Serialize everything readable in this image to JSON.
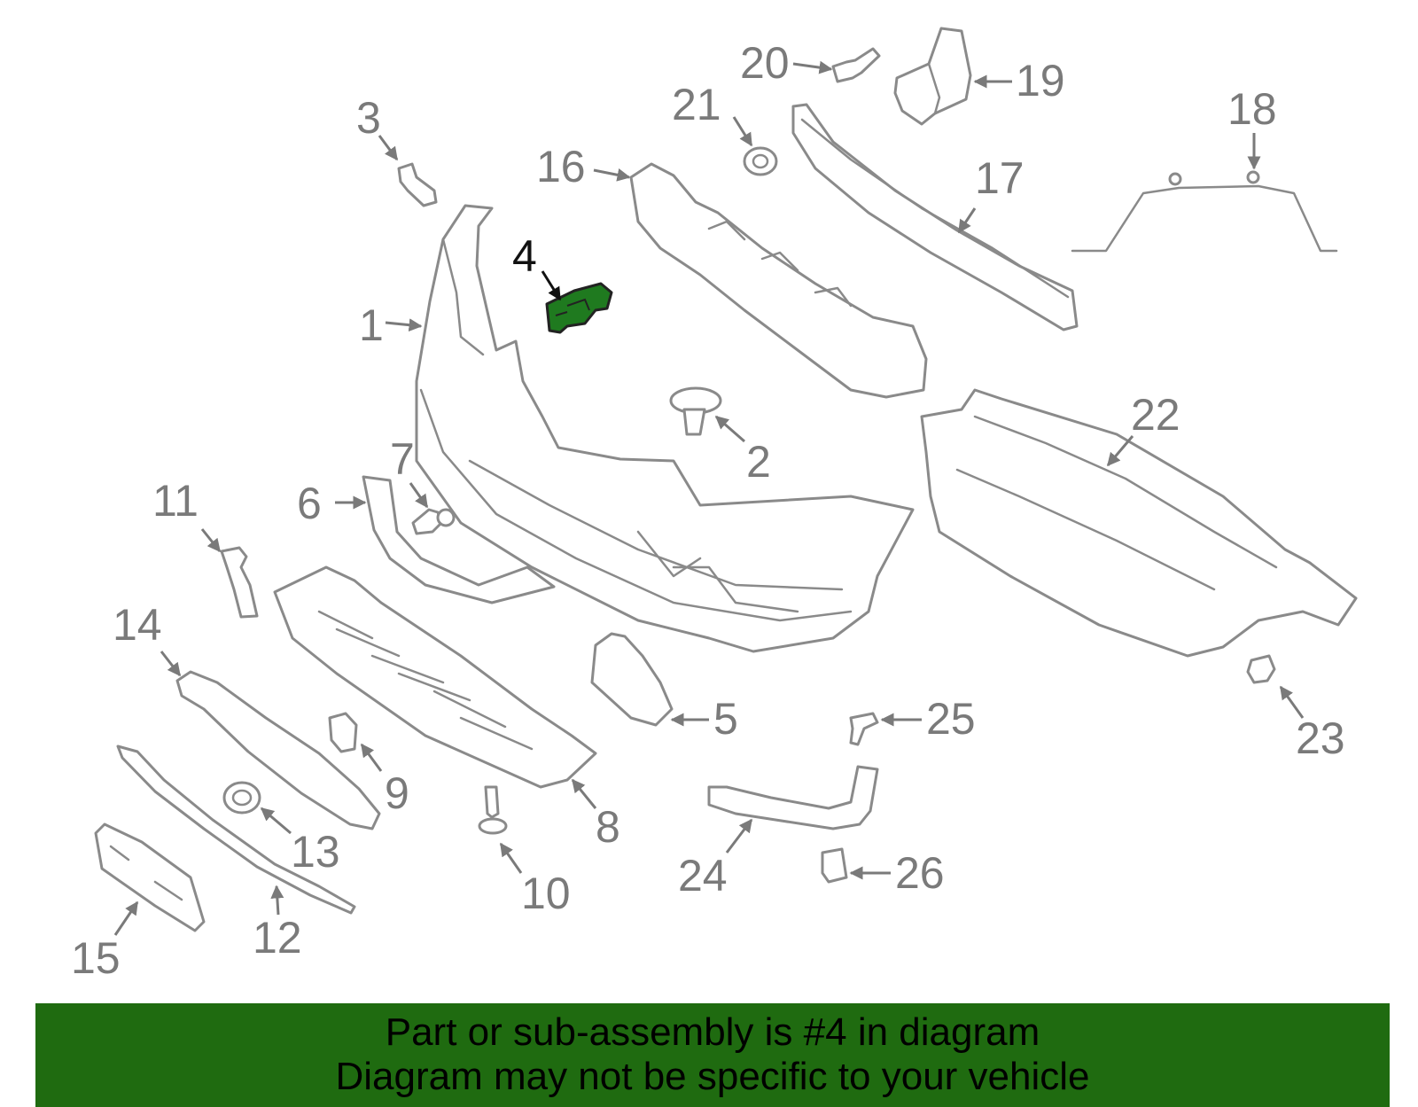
{
  "diagram": {
    "highlighted_part": "4",
    "highlight_color": "#1f7a1f",
    "labels": [
      {
        "id": "p1",
        "text": "1"
      },
      {
        "id": "p2",
        "text": "2"
      },
      {
        "id": "p3",
        "text": "3"
      },
      {
        "id": "p4",
        "text": "4"
      },
      {
        "id": "p5",
        "text": "5"
      },
      {
        "id": "p6",
        "text": "6"
      },
      {
        "id": "p7",
        "text": "7"
      },
      {
        "id": "p8",
        "text": "8"
      },
      {
        "id": "p9",
        "text": "9"
      },
      {
        "id": "p10",
        "text": "10"
      },
      {
        "id": "p11",
        "text": "11"
      },
      {
        "id": "p12",
        "text": "12"
      },
      {
        "id": "p13",
        "text": "13"
      },
      {
        "id": "p14",
        "text": "14"
      },
      {
        "id": "p15",
        "text": "15"
      },
      {
        "id": "p16",
        "text": "16"
      },
      {
        "id": "p17",
        "text": "17"
      },
      {
        "id": "p18",
        "text": "18"
      },
      {
        "id": "p19",
        "text": "19"
      },
      {
        "id": "p20",
        "text": "20"
      },
      {
        "id": "p21",
        "text": "21"
      },
      {
        "id": "p22",
        "text": "22"
      },
      {
        "id": "p23",
        "text": "23"
      },
      {
        "id": "p24",
        "text": "24"
      },
      {
        "id": "p25",
        "text": "25"
      },
      {
        "id": "p26",
        "text": "26"
      }
    ]
  },
  "footer": {
    "line1": "Part or sub-assembly is #4 in diagram",
    "line2": "Diagram may not be specific to your vehicle",
    "background": "#1f6b10"
  }
}
